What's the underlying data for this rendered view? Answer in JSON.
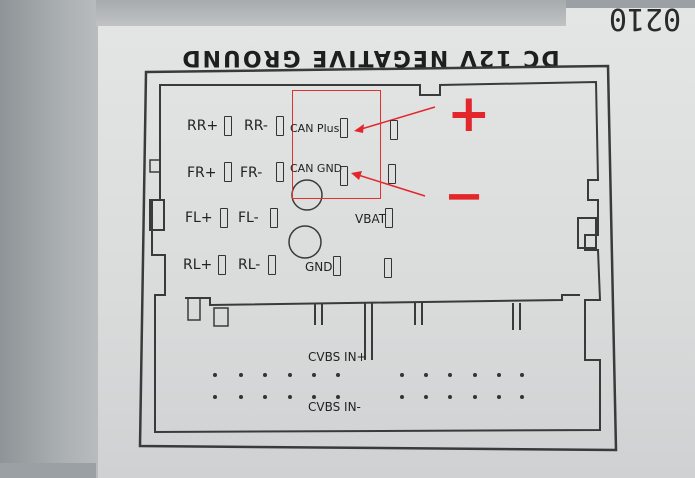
{
  "header": {
    "title": "DC 12V NEGATIVE GROUND"
  },
  "serial": {
    "text": "0210"
  },
  "pins": {
    "rr_plus": "RR+",
    "rr_minus": "RR-",
    "can_plus": "CAN Plus",
    "fr_plus": "FR+",
    "fr_minus": "FR-",
    "can_gnd": "CAN GND",
    "fl_plus": "FL+",
    "fl_minus": "FL-",
    "vbat": "VBAT",
    "rl_plus": "RL+",
    "rl_minus": "RL-",
    "gnd": "GND",
    "cvbs_in_plus": "CVBS IN+",
    "cvbs_in_minus": "CVBS IN-"
  },
  "annotations": {
    "plus_mark": "+",
    "minus_mark": "−",
    "color": "#e3262b"
  }
}
